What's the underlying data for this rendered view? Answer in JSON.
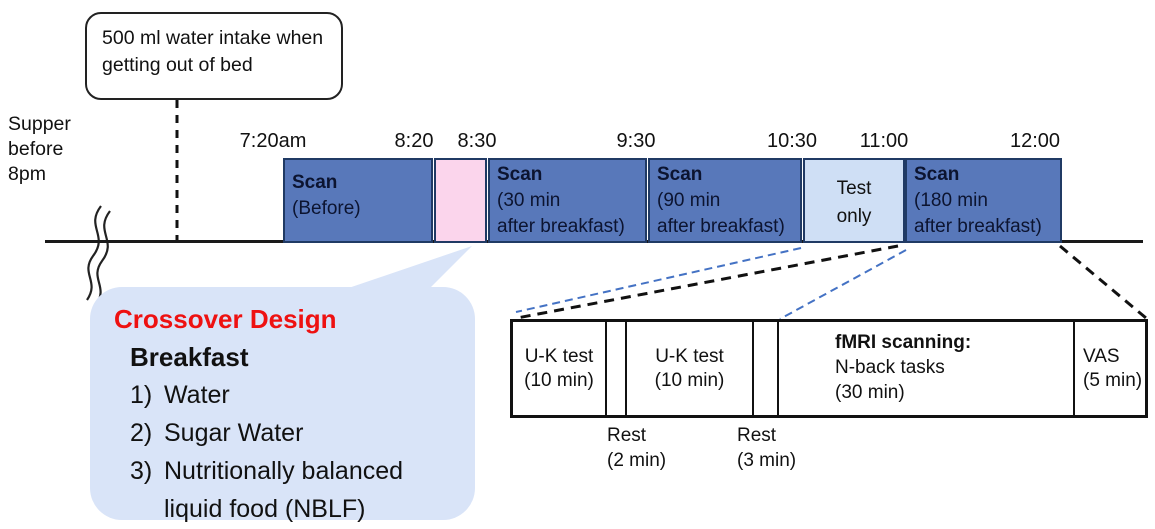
{
  "colors": {
    "scan_block": "#5878ba",
    "breakfast_block": "#fbd5ec",
    "test_only_block": "#cfdff5",
    "callout_bg": "#d9e4f8",
    "callout_title_red": "#ee1111",
    "connector_blue": "#4472c4",
    "connector_black": "#111111",
    "block_border": "#203a64"
  },
  "water_note": {
    "text": "500 ml water intake when getting out of bed"
  },
  "supper_note": {
    "line1": "Supper",
    "line2": "before",
    "line3": "8pm"
  },
  "timeline": {
    "times": [
      "7:20am",
      "8:20",
      "8:30",
      "9:30",
      "10:30",
      "11:00",
      "12:00"
    ],
    "blocks": {
      "scan_before": {
        "title": "Scan",
        "line1": "(Before)"
      },
      "scan_30": {
        "title": "Scan",
        "line1": "(30 min",
        "line2": "after breakfast)"
      },
      "scan_90": {
        "title": "Scan",
        "line1": "(90 min",
        "line2": "after breakfast)"
      },
      "test_only": {
        "line1": "Test",
        "line2": "only"
      },
      "scan_180": {
        "title": "Scan",
        "line1": "(180 min",
        "line2": "after breakfast)"
      }
    }
  },
  "callout": {
    "title": "Crossover Design",
    "heading": "Breakfast",
    "items": [
      {
        "num": "1)",
        "text": "Water"
      },
      {
        "num": "2)",
        "text": "Sugar Water"
      },
      {
        "num": "3)",
        "text": "Nutritionally balanced"
      },
      {
        "num": "",
        "text": "liquid food (NBLF)"
      }
    ]
  },
  "detail_box": {
    "uk1": {
      "line1": "U-K test",
      "line2": "(10 min)"
    },
    "uk2": {
      "line1": "U-K test",
      "line2": "(10 min)"
    },
    "fmri": {
      "title": "fMRI scanning:",
      "line2": "N-back tasks",
      "line3": "(30 min)"
    },
    "vas": {
      "line1": "VAS",
      "line2": "(5 min)"
    },
    "rest1": {
      "line1": "Rest",
      "line2": "(2 min)"
    },
    "rest2": {
      "line1": "Rest",
      "line2": "(3 min)"
    }
  }
}
